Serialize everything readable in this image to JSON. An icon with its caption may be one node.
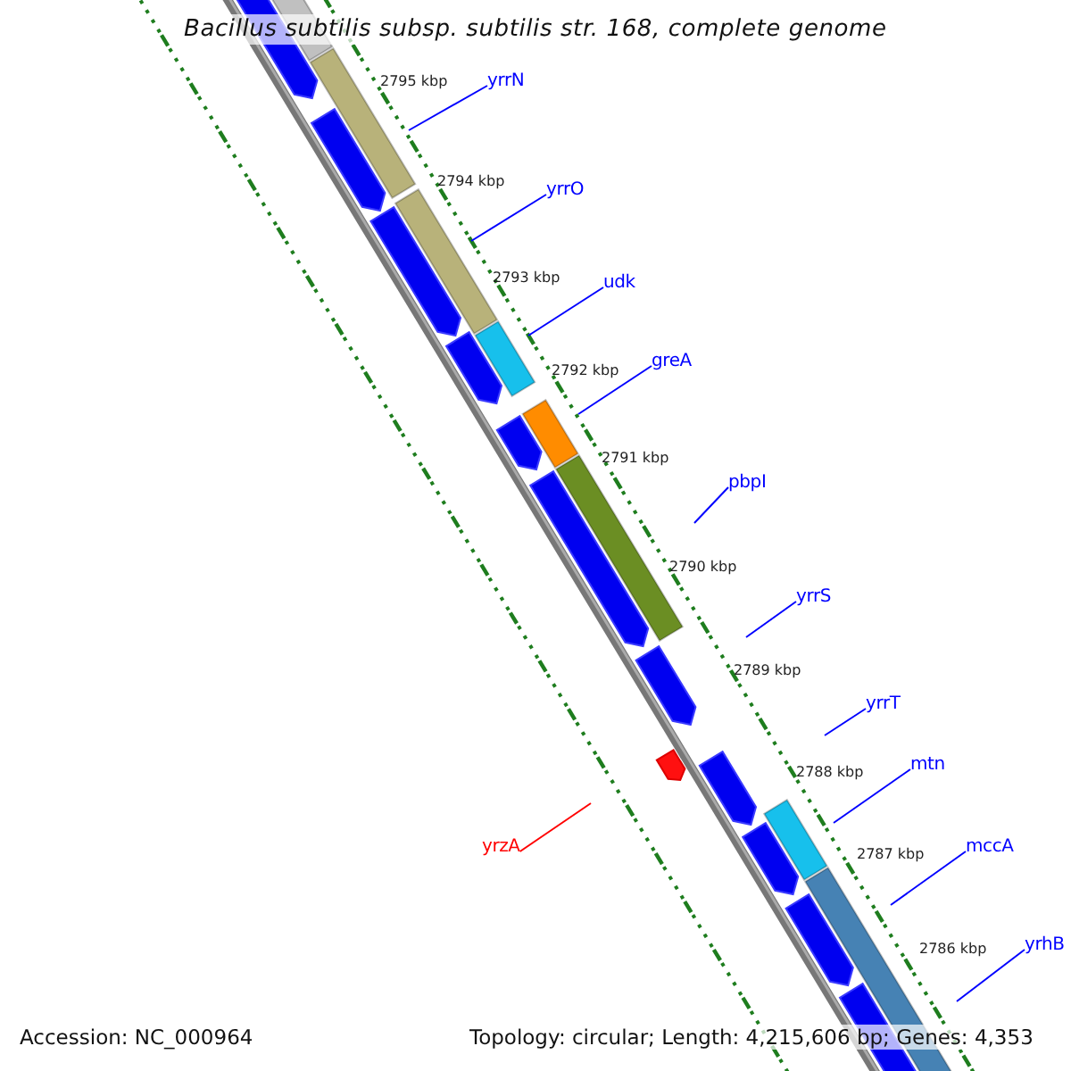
{
  "diagram": {
    "title": "Bacillus subtilis subsp. subtilis str. 168, complete genome",
    "nodes": [
      {
        "text": [
          "yrrN"
        ]
      },
      {
        "text": [
          "yrrO"
        ]
      },
      {
        "text": [
          "udk"
        ]
      },
      {
        "text": [
          "greA"
        ]
      },
      {
        "text": [
          "pbpI"
        ]
      },
      {
        "text": [
          "yrrS"
        ]
      },
      {
        "text": [
          "yrrT"
        ]
      },
      {
        "text": [
          "mtn"
        ]
      },
      {
        "text": [
          "mccA"
        ]
      },
      {
        "text": [
          "yrhB"
        ]
      },
      {
        "text": [
          "yrzA"
        ]
      }
    ],
    "edges": [
      {
        "from": 0,
        "to": null,
        "arrow": "none"
      },
      {
        "from": 1,
        "to": null,
        "arrow": "none"
      },
      {
        "from": 2,
        "to": null,
        "arrow": "none"
      },
      {
        "from": 3,
        "to": null,
        "arrow": "none"
      },
      {
        "from": 4,
        "to": null,
        "arrow": "none"
      },
      {
        "from": 5,
        "to": null,
        "arrow": "none"
      },
      {
        "from": 6,
        "to": null,
        "arrow": "none"
      },
      {
        "from": 7,
        "to": null,
        "arrow": "none"
      },
      {
        "from": 8,
        "to": null,
        "arrow": "none"
      },
      {
        "from": 9,
        "to": null,
        "arrow": "none"
      },
      {
        "from": 10,
        "to": null,
        "arrow": "none",
        "color": "#ff0000"
      }
    ],
    "labels": [
      "2795 kbp",
      "2794 kbp",
      "2793 kbp",
      "2792 kbp",
      "2791 kbp",
      "2790 kbp",
      "2789 kbp",
      "2788 kbp",
      "2787 kbp",
      "2786 kbp",
      "Accession: NC_000964",
      "Topology: circular; Length: 4,215,606 bp; Genes: 4,353"
    ]
  }
}
